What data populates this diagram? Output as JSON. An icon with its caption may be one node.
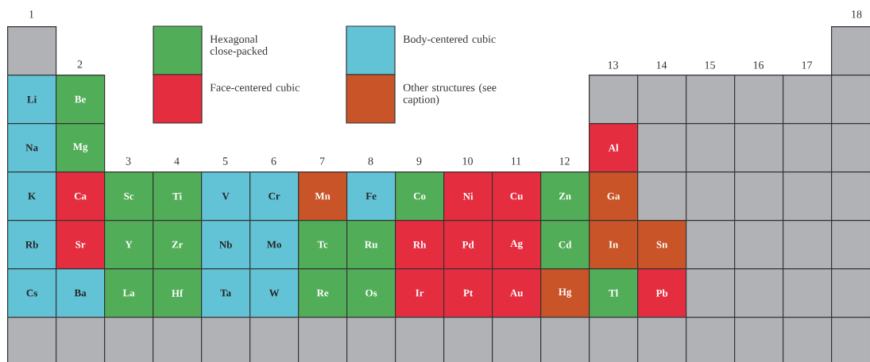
{
  "diagram": {
    "nodes": [
      {
        "text": [],
        "shape": "box"
      },
      {
        "text": [],
        "shape": "box"
      },
      {
        "text": [
          "Li"
        ]
      },
      {
        "text": [
          "Be"
        ]
      },
      {
        "text": [],
        "shape": "box"
      },
      {
        "text": [],
        "shape": "box"
      },
      {
        "text": [],
        "shape": "box"
      },
      {
        "text": [],
        "shape": "box"
      },
      {
        "text": [],
        "shape": "box"
      },
      {
        "text": [],
        "shape": "box"
      },
      {
        "text": [
          "Na"
        ]
      },
      {
        "text": [
          "Mg"
        ]
      },
      {
        "text": [
          "Al"
        ]
      },
      {
        "text": [],
        "shape": "box"
      },
      {
        "text": [],
        "shape": "box"
      },
      {
        "text": [],
        "shape": "box"
      },
      {
        "text": [],
        "shape": "box"
      },
      {
        "text": [],
        "shape": "box"
      },
      {
        "text": [
          "K"
        ]
      },
      {
        "text": [
          "Ca"
        ]
      },
      {
        "text": [
          "Sc"
        ]
      },
      {
        "text": [
          "Ti"
        ]
      },
      {
        "text": [
          "V"
        ]
      },
      {
        "text": [
          "Cr"
        ]
      },
      {
        "text": [
          "Mn"
        ]
      },
      {
        "text": [
          "Fe"
        ]
      },
      {
        "text": [
          "Co"
        ]
      },
      {
        "text": [
          "Ni"
        ]
      },
      {
        "text": [
          "Cu"
        ]
      },
      {
        "text": [
          "Zn"
        ]
      },
      {
        "text": [
          "Ga"
        ]
      },
      {
        "text": [],
        "shape": "box"
      },
      {
        "text": [],
        "shape": "box"
      },
      {
        "text": [],
        "shape": "box"
      },
      {
        "text": [],
        "shape": "box"
      },
      {
        "text": [],
        "shape": "box"
      },
      {
        "text": [
          "Rb"
        ]
      },
      {
        "text": [
          "Sr"
        ]
      },
      {
        "text": [
          "Y"
        ]
      },
      {
        "text": [
          "Zr"
        ]
      },
      {
        "text": [
          "Nb"
        ]
      },
      {
        "text": [
          "Mo"
        ]
      },
      {
        "text": [
          "Tc"
        ]
      },
      {
        "text": [
          "Ru"
        ]
      },
      {
        "text": [
          "Rh"
        ]
      },
      {
        "text": [
          "Pd"
        ]
      },
      {
        "text": [
          "Ag"
        ]
      },
      {
        "text": [
          "Cd"
        ]
      },
      {
        "text": [
          "In"
        ]
      },
      {
        "text": [
          "Sn"
        ]
      },
      {
        "text": [],
        "shape": "box"
      },
      {
        "text": [],
        "shape": "box"
      },
      {
        "text": [],
        "shape": "box"
      },
      {
        "text": [],
        "shape": "box"
      },
      {
        "text": [
          "Cs"
        ]
      },
      {
        "text": [
          "Ba"
        ]
      },
      {
        "text": [
          "La"
        ]
      },
      {
        "text": [
          "Hf"
        ]
      },
      {
        "text": [
          "Ta"
        ]
      },
      {
        "text": [
          "W"
        ]
      },
      {
        "text": [
          "Re"
        ]
      },
      {
        "text": [
          "Os"
        ]
      },
      {
        "text": [
          "Ir"
        ]
      },
      {
        "text": [
          "Pt"
        ]
      },
      {
        "text": [
          "Au"
        ]
      },
      {
        "text": [
          "Hg"
        ]
      },
      {
        "text": [
          "Tl"
        ]
      },
      {
        "text": [
          "Pb"
        ]
      },
      {
        "text": [],
        "shape": "box"
      },
      {
        "text": [],
        "shape": "box"
      },
      {
        "text": [],
        "shape": "box"
      },
      {
        "text": [],
        "shape": "box"
      },
      {
        "text": [],
        "shape": "box"
      },
      {
        "text": [],
        "shape": "box"
      },
      {
        "text": [],
        "shape": "box"
      },
      {
        "text": [],
        "shape": "box"
      },
      {
        "text": [],
        "shape": "box"
      },
      {
        "text": [],
        "shape": "box"
      },
      {
        "text": [],
        "shape": "box"
      },
      {
        "text": [],
        "shape": "box"
      },
      {
        "text": [],
        "shape": "box"
      },
      {
        "text": [],
        "shape": "box"
      },
      {
        "text": [],
        "shape": "box"
      },
      {
        "text": [],
        "shape": "box"
      },
      {
        "text": [],
        "shape": "box"
      },
      {
        "text": [],
        "shape": "box"
      },
      {
        "text": [],
        "shape": "box"
      },
      {
        "text": [],
        "shape": "box"
      },
      {
        "text": [],
        "shape": "box"
      },
      {
        "text": [],
        "shape": "box"
      }
    ],
    "labels": [
      "1",
      "18",
      "2",
      "13",
      "14",
      "15",
      "16",
      "17",
      "3",
      "4",
      "5",
      "6",
      "7",
      "8",
      "9",
      "10",
      "11",
      "12"
    ],
    "legend": [
      {
        "text": "Hexagonal close-packed",
        "color": "#52ad58"
      },
      {
        "text": "Body-centered cubic",
        "color": "#63c3d6"
      },
      {
        "text": "Face-centered cubic",
        "color": "#e52d40"
      },
      {
        "text": "Other structures (see caption)",
        "color": "#c85428"
      }
    ]
  }
}
